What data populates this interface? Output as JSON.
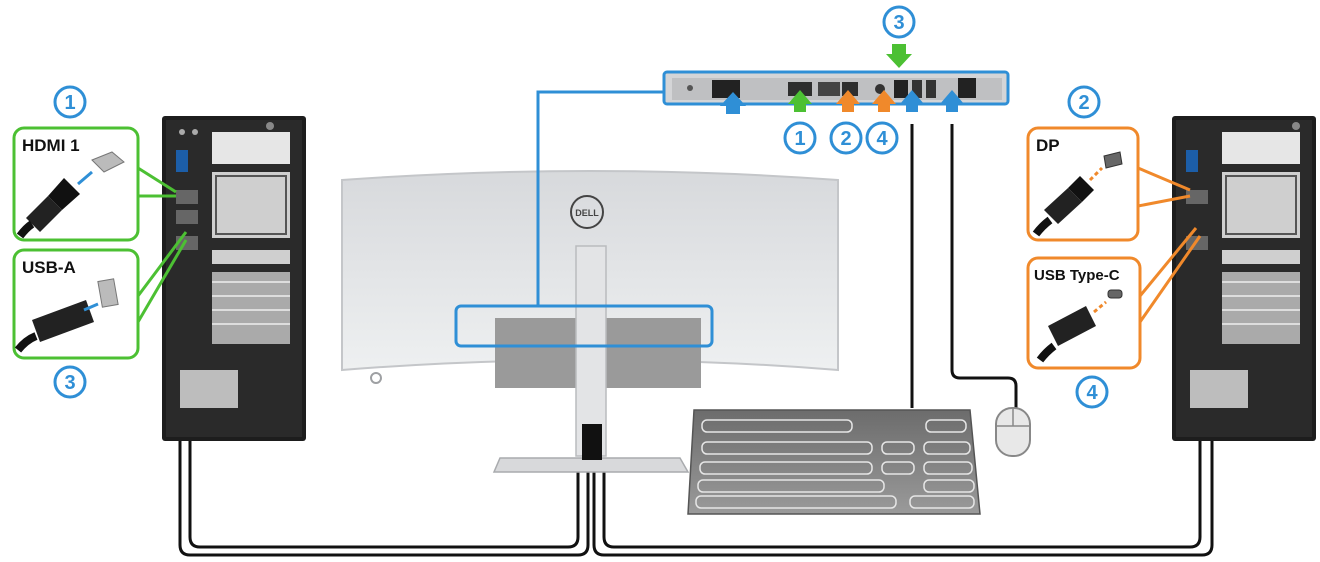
{
  "colors": {
    "green": "#4cc033",
    "orange": "#f0892b",
    "blue": "#2f8fd6",
    "cable": "#111111",
    "tower": "#222222"
  },
  "left_pc": {
    "hdmi_label": "HDMI 1",
    "hdmi_badge": "1",
    "usb_label": "USB-A",
    "usb_badge": "3"
  },
  "right_pc": {
    "dp_label": "DP",
    "dp_badge": "2",
    "usbc_label": "USB Type-C",
    "usbc_badge": "4"
  },
  "monitor": {
    "brand": "DELL",
    "port_badges": [
      "1",
      "2",
      "4"
    ],
    "top_badge": "3"
  },
  "icons": [
    "hdmi-plug-icon",
    "usb-a-plug-icon",
    "displayport-plug-icon",
    "usb-c-plug-icon",
    "keyboard-icon",
    "mouse-icon",
    "dell-logo-icon"
  ]
}
